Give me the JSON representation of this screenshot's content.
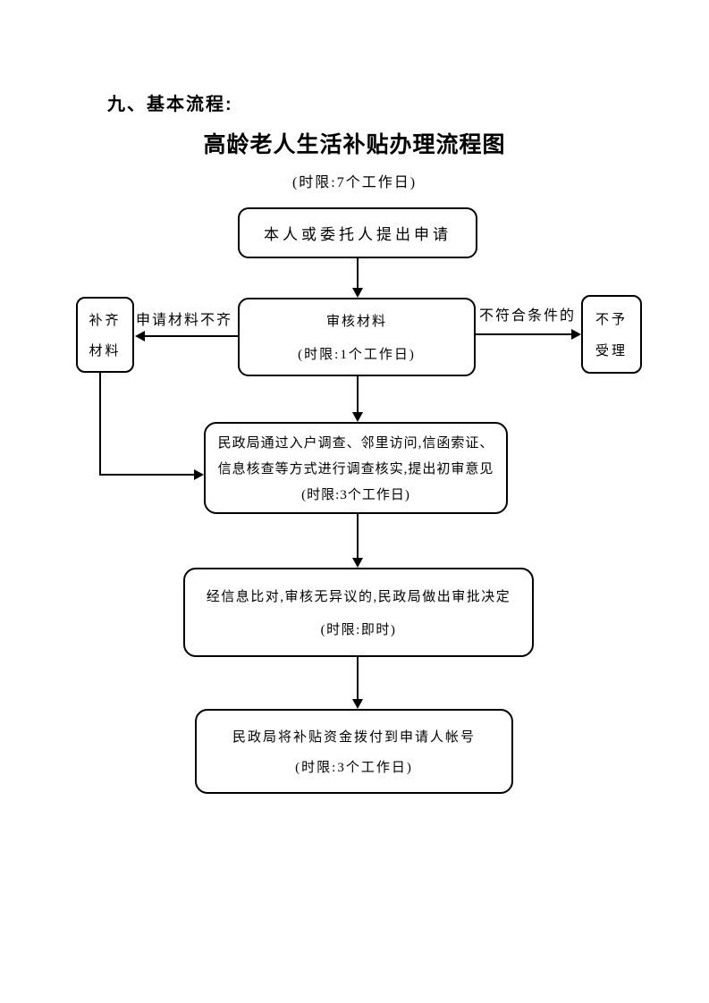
{
  "page": {
    "section_heading": "九、基本流程:",
    "title": "高龄老人生活补贴办理流程图",
    "subtitle": "(时限:7个工作日)"
  },
  "flowchart": {
    "nodes": {
      "apply": {
        "lines": [
          "本人或委托人提出申请"
        ]
      },
      "review": {
        "lines": [
          "审核材料",
          "(时限:1个工作日)"
        ]
      },
      "supplement": {
        "lines": [
          "补齐",
          "材料"
        ]
      },
      "reject": {
        "lines": [
          "不予",
          "受理"
        ]
      },
      "investigate": {
        "lines": [
          "民政局通过入户调查、邻里访问,信函索证、",
          "信息核查等方式进行调查核实,提出初审意见",
          "(时限:3个工作日)"
        ]
      },
      "approve": {
        "lines": [
          "经信息比对,审核无异议的,民政局做出审批决定",
          "(时限:即时)"
        ]
      },
      "payment": {
        "lines": [
          "民政局将补贴资金拨付到申请人帐号",
          "(时限:3个工作日)"
        ]
      }
    },
    "edge_labels": {
      "incomplete": "申请材料不齐",
      "ineligible": "不符合条件的"
    }
  },
  "colors": {
    "line": "#000000",
    "background": "#ffffff",
    "text": "#000000"
  }
}
